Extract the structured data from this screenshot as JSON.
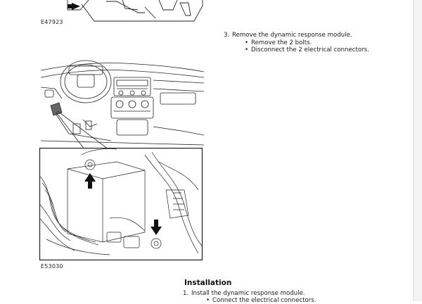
{
  "figures": {
    "top": {
      "label": "E47923"
    },
    "main": {
      "label": "E53030"
    }
  },
  "removal_step": {
    "number": "3.",
    "text": "Remove the dynamic response module.",
    "bullets": [
      "Remove the 2 bolts.",
      "Disconnect the 2 electrical connectors."
    ]
  },
  "installation": {
    "heading": "Installation",
    "step_number": "1.",
    "step_text": "Install the dynamic response module.",
    "bullet": "Connect the electrical connectors."
  }
}
